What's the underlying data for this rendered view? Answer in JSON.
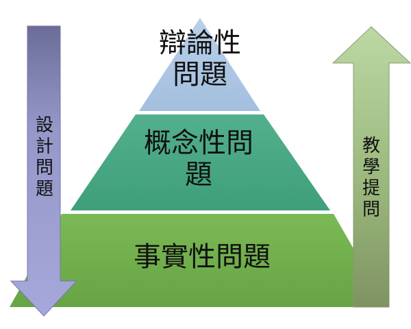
{
  "pyramid": {
    "tiers": [
      {
        "id": "top",
        "lines": [
          "辯論性",
          "問題"
        ]
      },
      {
        "id": "middle",
        "lines": [
          "概念性問",
          "題"
        ]
      },
      {
        "id": "bottom",
        "lines": [
          "事實性問題"
        ]
      }
    ],
    "colors": {
      "top": "#aec6e2",
      "middle": "#4aaa85",
      "bottom": "#75b34c"
    }
  },
  "left_arrow": {
    "label": "設計問題",
    "direction": "down",
    "color": "#8d8ec9"
  },
  "right_arrow": {
    "label": "教學提問",
    "direction": "up",
    "color": "#a9c98a"
  }
}
